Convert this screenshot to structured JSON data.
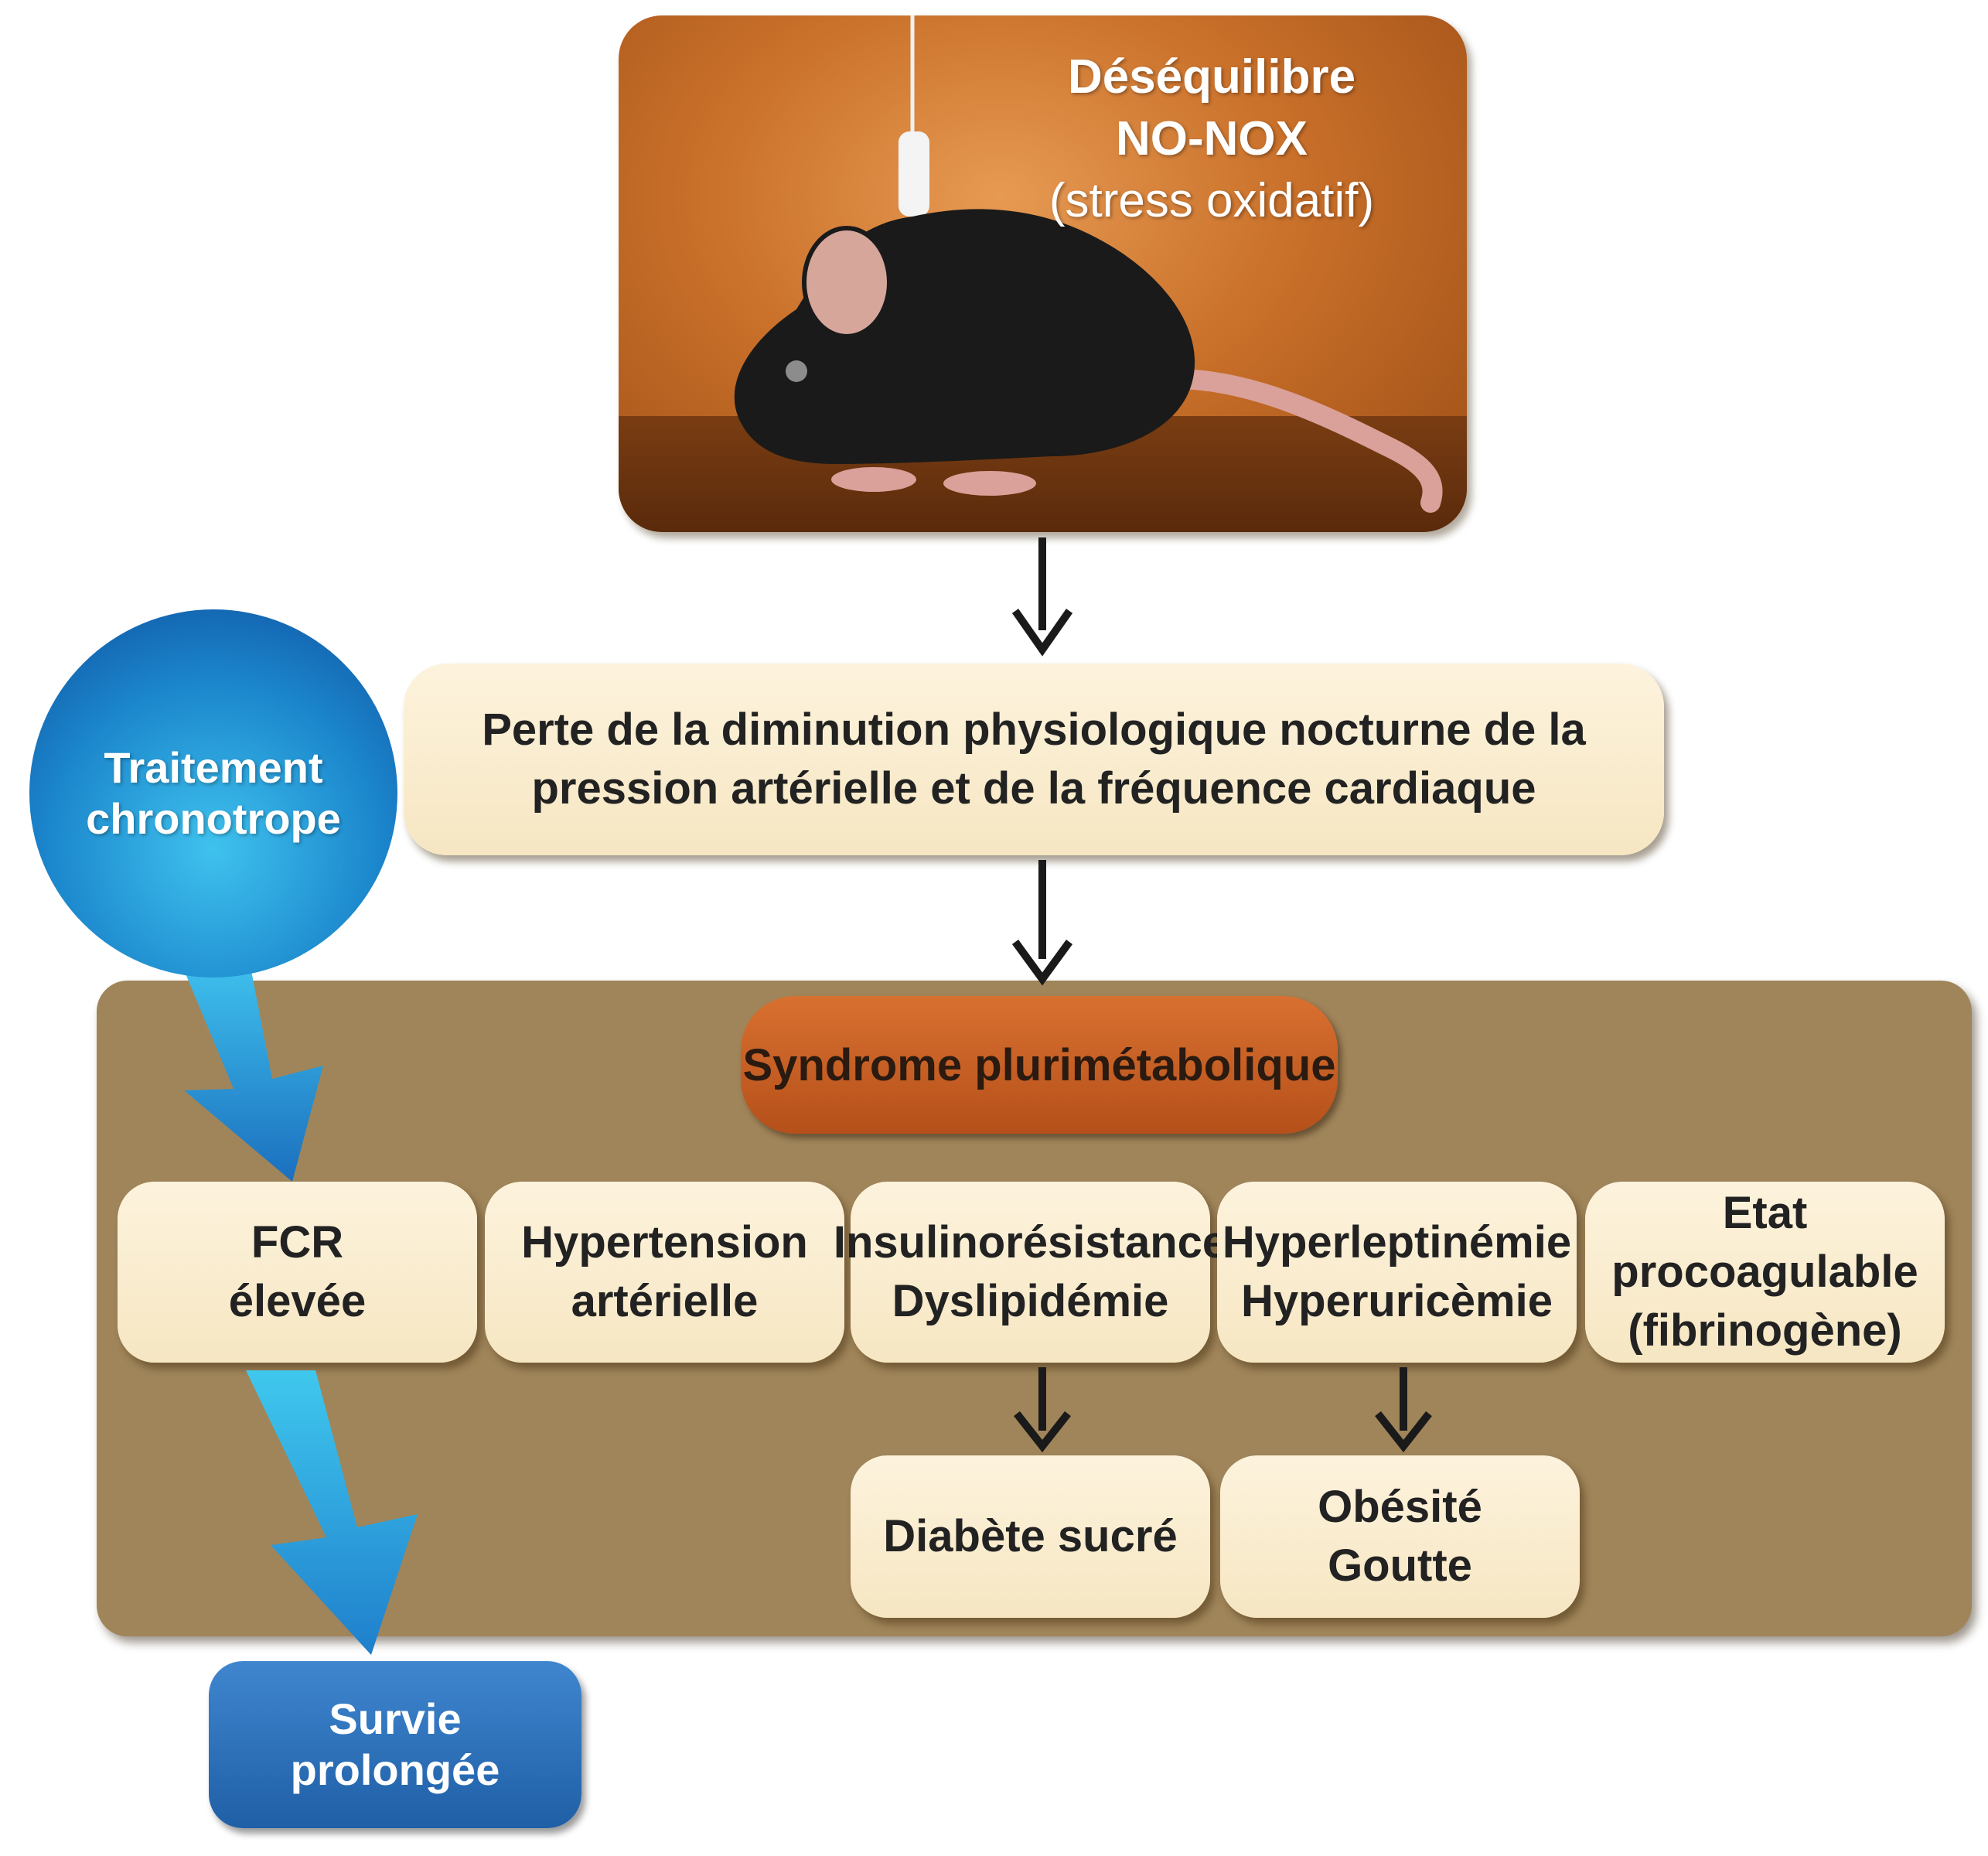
{
  "top_panel": {
    "title_line1": "Déséquilibre",
    "title_line2": "NO-NOX",
    "title_line3": "(stress oxidatif)",
    "image": "mouse-illustration"
  },
  "loss_box": {
    "line1": "Perte de la diminution physiologique nocturne de la",
    "line2": "pression artérielle et de la fréquence cardiaque"
  },
  "syndrome": {
    "label": "Syndrome plurimétabolique"
  },
  "treatment": {
    "line1": "Traitement",
    "line2": "chronotrope"
  },
  "components": [
    {
      "line1": "FCR",
      "line2": "élevée"
    },
    {
      "line1": "Hypertension",
      "line2": "artérielle"
    },
    {
      "line1": "Insulinorésistance",
      "line2": "Dyslipidémie"
    },
    {
      "line1": "Hyperleptinémie",
      "line2": "Hyperuricèmie"
    },
    {
      "line1": "Etat",
      "line2": "procoagulable",
      "line3": "(fibrinogène)"
    }
  ],
  "outcomes": [
    {
      "line1": "Diabète sucré"
    },
    {
      "line1": "Obésité",
      "line2": "Goutte"
    }
  ],
  "survival": {
    "line1": "Survie",
    "line2": "prolongée"
  },
  "colors": {
    "panel_orange": "#c9702a",
    "cream_box": "#f8ebcc",
    "metabolic_panel": "#a0855a",
    "syndrome_pill": "#c45c22",
    "blue_light": "#3fc2ee",
    "blue_dark": "#1f5fa6",
    "arrow": "#1a1a1a"
  }
}
